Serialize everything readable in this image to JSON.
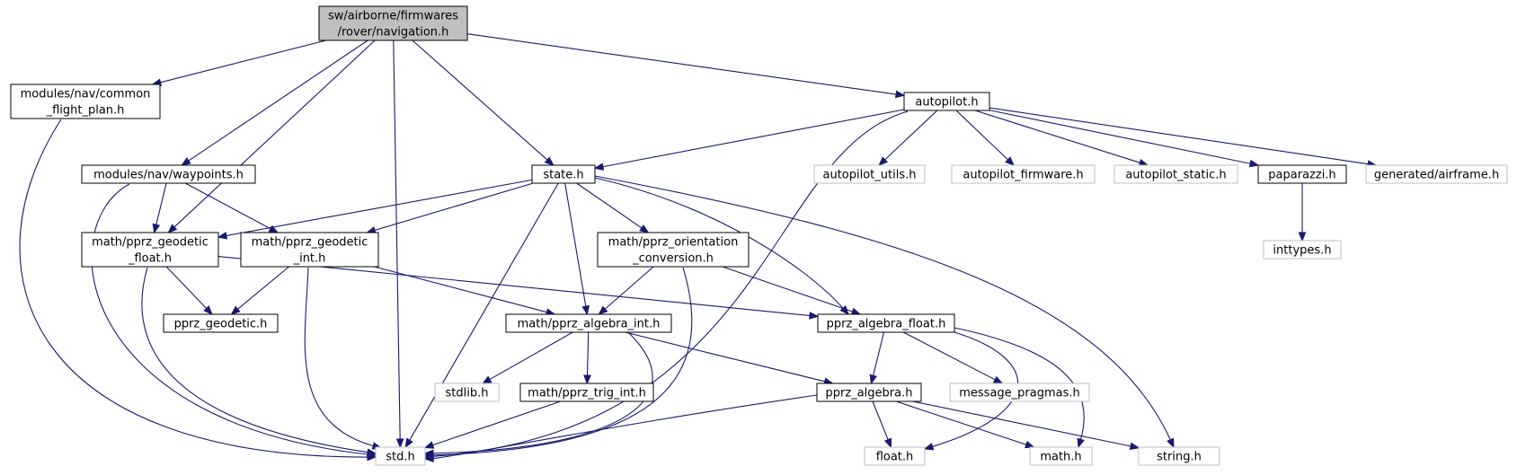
{
  "colors": {
    "edge": "#191970",
    "root_fill": "#bfbfbf",
    "normal_border": "#000000",
    "external_border": "#bfbfbf",
    "label": "#000000"
  },
  "nodes": [
    {
      "id": "root",
      "lines": [
        "sw/airborne/firmwares",
        "/rover/navigation.h"
      ],
      "style": "root"
    },
    {
      "id": "common_fp",
      "lines": [
        "modules/nav/common",
        "_flight_plan.h"
      ],
      "style": "normal"
    },
    {
      "id": "waypoints",
      "lines": [
        "modules/nav/waypoints.h"
      ],
      "style": "normal"
    },
    {
      "id": "autopilot",
      "lines": [
        "autopilot.h"
      ],
      "style": "normal"
    },
    {
      "id": "state",
      "lines": [
        "state.h"
      ],
      "style": "normal"
    },
    {
      "id": "ap_utils",
      "lines": [
        "autopilot_utils.h"
      ],
      "style": "external"
    },
    {
      "id": "ap_firmware",
      "lines": [
        "autopilot_firmware.h"
      ],
      "style": "external"
    },
    {
      "id": "ap_static",
      "lines": [
        "autopilot_static.h"
      ],
      "style": "external"
    },
    {
      "id": "paparazzi",
      "lines": [
        "paparazzi.h"
      ],
      "style": "normal"
    },
    {
      "id": "airframe",
      "lines": [
        "generated/airframe.h"
      ],
      "style": "external"
    },
    {
      "id": "geo_float",
      "lines": [
        "math/pprz_geodetic",
        "_float.h"
      ],
      "style": "normal"
    },
    {
      "id": "geo_int",
      "lines": [
        "math/pprz_geodetic",
        "_int.h"
      ],
      "style": "normal"
    },
    {
      "id": "orient",
      "lines": [
        "math/pprz_orientation",
        "_conversion.h"
      ],
      "style": "normal"
    },
    {
      "id": "inttypes",
      "lines": [
        "inttypes.h"
      ],
      "style": "external"
    },
    {
      "id": "geodetic",
      "lines": [
        "pprz_geodetic.h"
      ],
      "style": "normal"
    },
    {
      "id": "alg_int",
      "lines": [
        "math/pprz_algebra_int.h"
      ],
      "style": "normal"
    },
    {
      "id": "alg_float",
      "lines": [
        "pprz_algebra_float.h"
      ],
      "style": "normal"
    },
    {
      "id": "stdlib",
      "lines": [
        "stdlib.h"
      ],
      "style": "external"
    },
    {
      "id": "trig_int",
      "lines": [
        "math/pprz_trig_int.h"
      ],
      "style": "normal"
    },
    {
      "id": "algebra",
      "lines": [
        "pprz_algebra.h"
      ],
      "style": "normal"
    },
    {
      "id": "msg_pragmas",
      "lines": [
        "message_pragmas.h"
      ],
      "style": "external"
    },
    {
      "id": "std",
      "lines": [
        "std.h"
      ],
      "style": "external"
    },
    {
      "id": "float",
      "lines": [
        "float.h"
      ],
      "style": "external"
    },
    {
      "id": "math",
      "lines": [
        "math.h"
      ],
      "style": "external"
    },
    {
      "id": "string",
      "lines": [
        "string.h"
      ],
      "style": "external"
    }
  ],
  "edges": [
    [
      "root",
      "common_fp"
    ],
    [
      "root",
      "waypoints"
    ],
    [
      "root",
      "geo_float"
    ],
    [
      "root",
      "std"
    ],
    [
      "root",
      "state"
    ],
    [
      "root",
      "autopilot"
    ],
    [
      "common_fp",
      "std"
    ],
    [
      "waypoints",
      "geo_float"
    ],
    [
      "waypoints",
      "geo_int"
    ],
    [
      "waypoints",
      "std"
    ],
    [
      "autopilot",
      "state"
    ],
    [
      "autopilot",
      "std"
    ],
    [
      "autopilot",
      "ap_utils"
    ],
    [
      "autopilot",
      "ap_firmware"
    ],
    [
      "autopilot",
      "ap_static"
    ],
    [
      "autopilot",
      "paparazzi"
    ],
    [
      "autopilot",
      "airframe"
    ],
    [
      "paparazzi",
      "inttypes"
    ],
    [
      "state",
      "geo_float"
    ],
    [
      "state",
      "geo_int"
    ],
    [
      "state",
      "orient"
    ],
    [
      "state",
      "alg_int"
    ],
    [
      "state",
      "alg_float"
    ],
    [
      "state",
      "std"
    ],
    [
      "state",
      "string"
    ],
    [
      "geo_float",
      "geodetic"
    ],
    [
      "geo_float",
      "alg_float"
    ],
    [
      "geo_float",
      "std"
    ],
    [
      "geo_int",
      "geodetic"
    ],
    [
      "geo_int",
      "alg_int"
    ],
    [
      "geo_int",
      "std"
    ],
    [
      "orient",
      "alg_int"
    ],
    [
      "orient",
      "alg_float"
    ],
    [
      "orient",
      "std"
    ],
    [
      "alg_int",
      "stdlib"
    ],
    [
      "alg_int",
      "trig_int"
    ],
    [
      "alg_int",
      "algebra"
    ],
    [
      "alg_int",
      "std"
    ],
    [
      "alg_float",
      "algebra"
    ],
    [
      "alg_float",
      "msg_pragmas"
    ],
    [
      "alg_float",
      "float"
    ],
    [
      "alg_float",
      "math"
    ],
    [
      "trig_int",
      "std"
    ],
    [
      "algebra",
      "std"
    ],
    [
      "algebra",
      "float"
    ],
    [
      "algebra",
      "math"
    ],
    [
      "algebra",
      "string"
    ]
  ]
}
